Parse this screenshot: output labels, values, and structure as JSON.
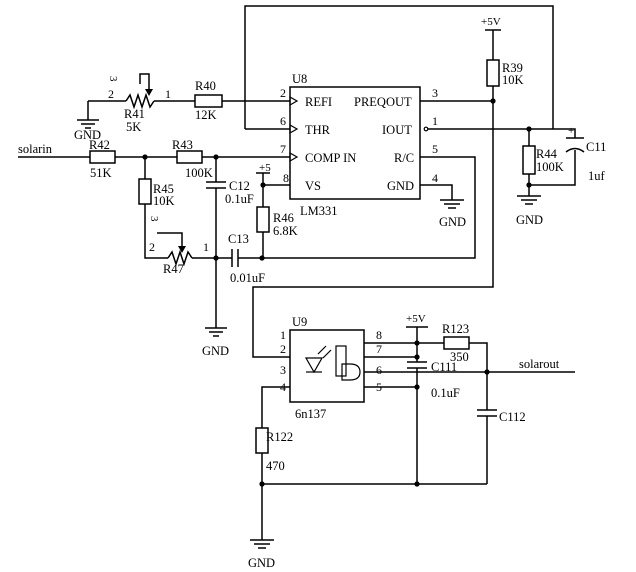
{
  "u8": {
    "ref": "U8",
    "part": "LM331",
    "pins": {
      "refi": "REFI",
      "preqout": "PREQOUT",
      "thr": "THR",
      "iout": "IOUT",
      "comp_in": "COMP IN",
      "rc": "R/C",
      "vs": "VS",
      "gnd": "GND",
      "p1": "1",
      "p2": "2",
      "p3": "3",
      "p4": "4",
      "p5": "5",
      "p6": "6",
      "p7": "7",
      "p8": "8"
    }
  },
  "u9": {
    "ref": "U9",
    "part": "6n137",
    "pins": {
      "p1": "1",
      "p2": "2",
      "p3": "3",
      "p4": "4",
      "p5": "5",
      "p6": "6",
      "p7": "7",
      "p8": "8"
    }
  },
  "nets": {
    "solarin": "solarin",
    "solarout": "solarout",
    "vcc_top": "+5V",
    "vcc_vs": "+5",
    "vcc_u9": "+5V",
    "gnd": "GND"
  },
  "components": {
    "r41": {
      "ref": "R41",
      "value": "5K",
      "p1": "1",
      "p2": "2",
      "p3": "3"
    },
    "r40": {
      "ref": "R40",
      "value": "12K"
    },
    "r42": {
      "ref": "R42",
      "value": "51K"
    },
    "r43": {
      "ref": "R43",
      "value": "100K"
    },
    "r45": {
      "ref": "R45",
      "value": "10K"
    },
    "r47": {
      "ref": "R47",
      "p1": "1",
      "p2": "2",
      "p3": "3"
    },
    "c12": {
      "ref": "C12",
      "value": "0.1uF"
    },
    "c13": {
      "ref": "C13",
      "value": "0.01uF"
    },
    "r46": {
      "ref": "R46",
      "value": "6.8K"
    },
    "r39": {
      "ref": "R39",
      "value": "10K"
    },
    "r44": {
      "ref": "R44",
      "value": "100K"
    },
    "c11": {
      "ref": "C11",
      "value": "1uf",
      "polarity": "+"
    },
    "r123": {
      "ref": "R123",
      "value": "350"
    },
    "c111": {
      "ref": "C111",
      "value": "0.1uF"
    },
    "c112": {
      "ref": "C112"
    },
    "r122": {
      "ref": "R122",
      "value": "470"
    }
  },
  "u8_pin1_marker": "1"
}
